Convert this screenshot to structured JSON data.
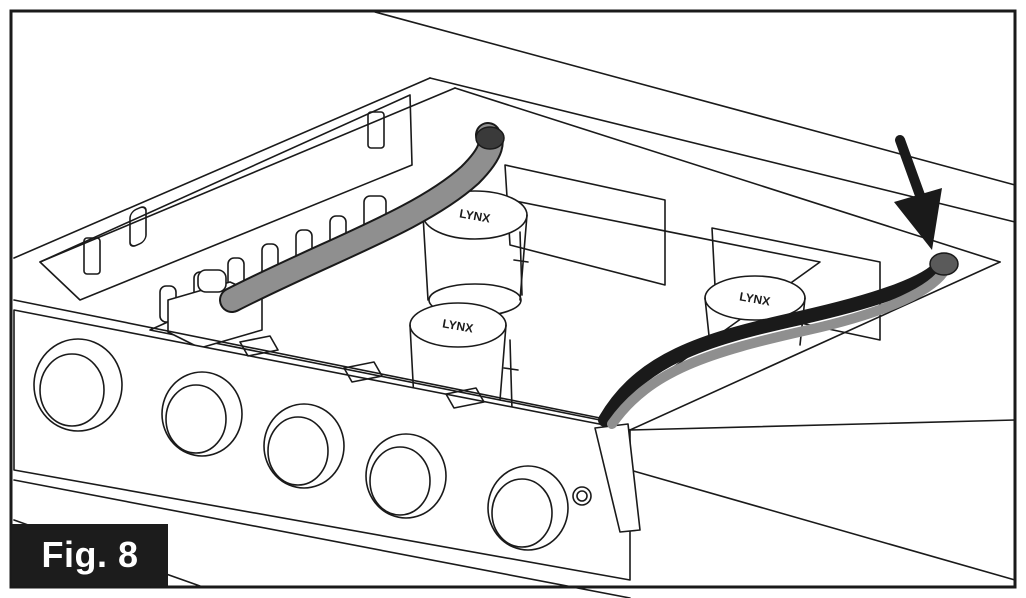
{
  "figure": {
    "label": "Fig. 8",
    "knob_count": 5,
    "burner_count": 3,
    "burner_brand": "LYNX"
  },
  "colors": {
    "line": "#1a1a1a",
    "hose": "#8f8f8f",
    "background": "#ffffff"
  }
}
